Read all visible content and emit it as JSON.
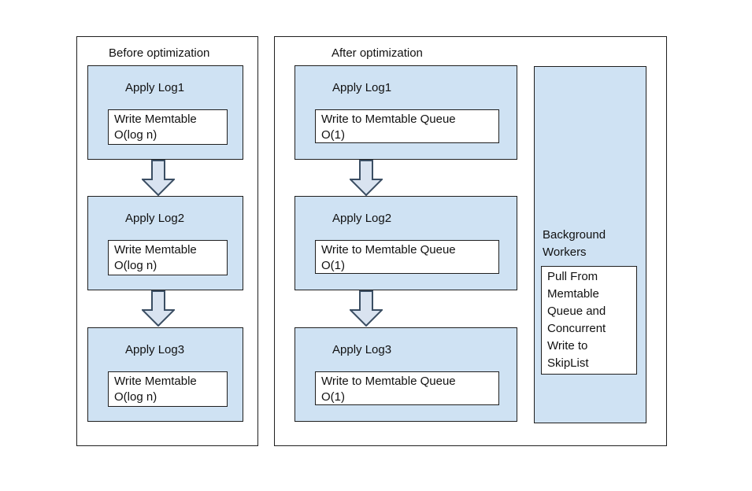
{
  "colors": {
    "step_box_fill": "#cfe2f3",
    "inner_box_fill": "#ffffff",
    "box_border": "#1f1f1f",
    "arrow_fill": "#d9e3f0",
    "arrow_border": "#3b4e63",
    "text": "#111111"
  },
  "before": {
    "title": "Before optimization",
    "steps": [
      {
        "title": "Apply Log1",
        "detail": "Write Memtable\nO(log n)"
      },
      {
        "title": "Apply Log2",
        "detail": "Write Memtable\nO(log n)"
      },
      {
        "title": "Apply Log3",
        "detail": "Write Memtable\nO(log n)"
      }
    ]
  },
  "after": {
    "title": "After optimization",
    "steps": [
      {
        "title": "Apply Log1",
        "detail": "Write to Memtable Queue\nO(1)"
      },
      {
        "title": "Apply Log2",
        "detail": "Write to Memtable Queue\nO(1)"
      },
      {
        "title": "Apply Log3",
        "detail": "Write to Memtable Queue\nO(1)"
      }
    ],
    "background_workers": {
      "label": "Background\nWorkers",
      "detail": "Pull From\nMemtable\nQueue and\nConcurrent\nWrite to\nSkipList"
    }
  }
}
